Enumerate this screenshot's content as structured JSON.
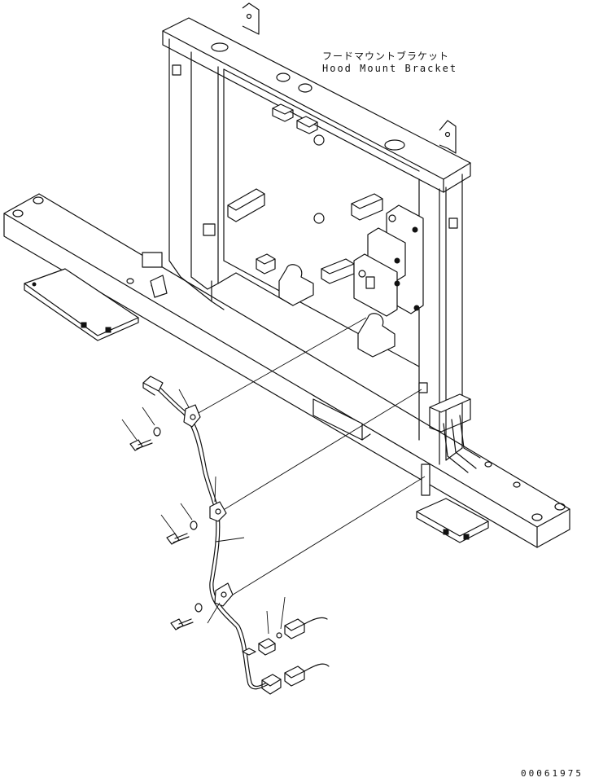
{
  "part_label": {
    "japanese": "フードマウントブラケット",
    "english": "Hood Mount Bracket"
  },
  "drawing_number": "00061975"
}
